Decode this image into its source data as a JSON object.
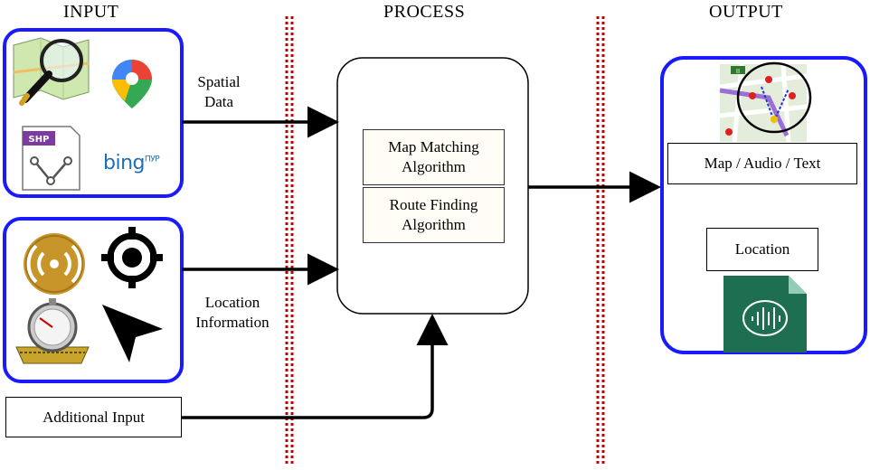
{
  "headers": {
    "input": "INPUT",
    "process": "PROCESS",
    "output": "OUTPUT"
  },
  "labels": {
    "spatial_data_line1": "Spatial",
    "spatial_data_line2": "Data",
    "location_info_line1": "Location",
    "location_info_line2": "Information"
  },
  "boxes": {
    "additional_input": "Additional Input",
    "map_matching_line1": "Map Matching",
    "map_matching_line2": "Algorithm",
    "route_finding_line1": "Route Finding",
    "route_finding_line2": "Algorithm",
    "map_audio_text": "Map / Audio / Text",
    "location": "Location"
  },
  "icons": {
    "shp_label": "SHP",
    "bing_label": "bing",
    "bing_sub": "ПУР",
    "map_badge": "II"
  },
  "colors": {
    "group_border": "#1a1aff",
    "divider": "#c00000",
    "arrow": "#000000"
  }
}
